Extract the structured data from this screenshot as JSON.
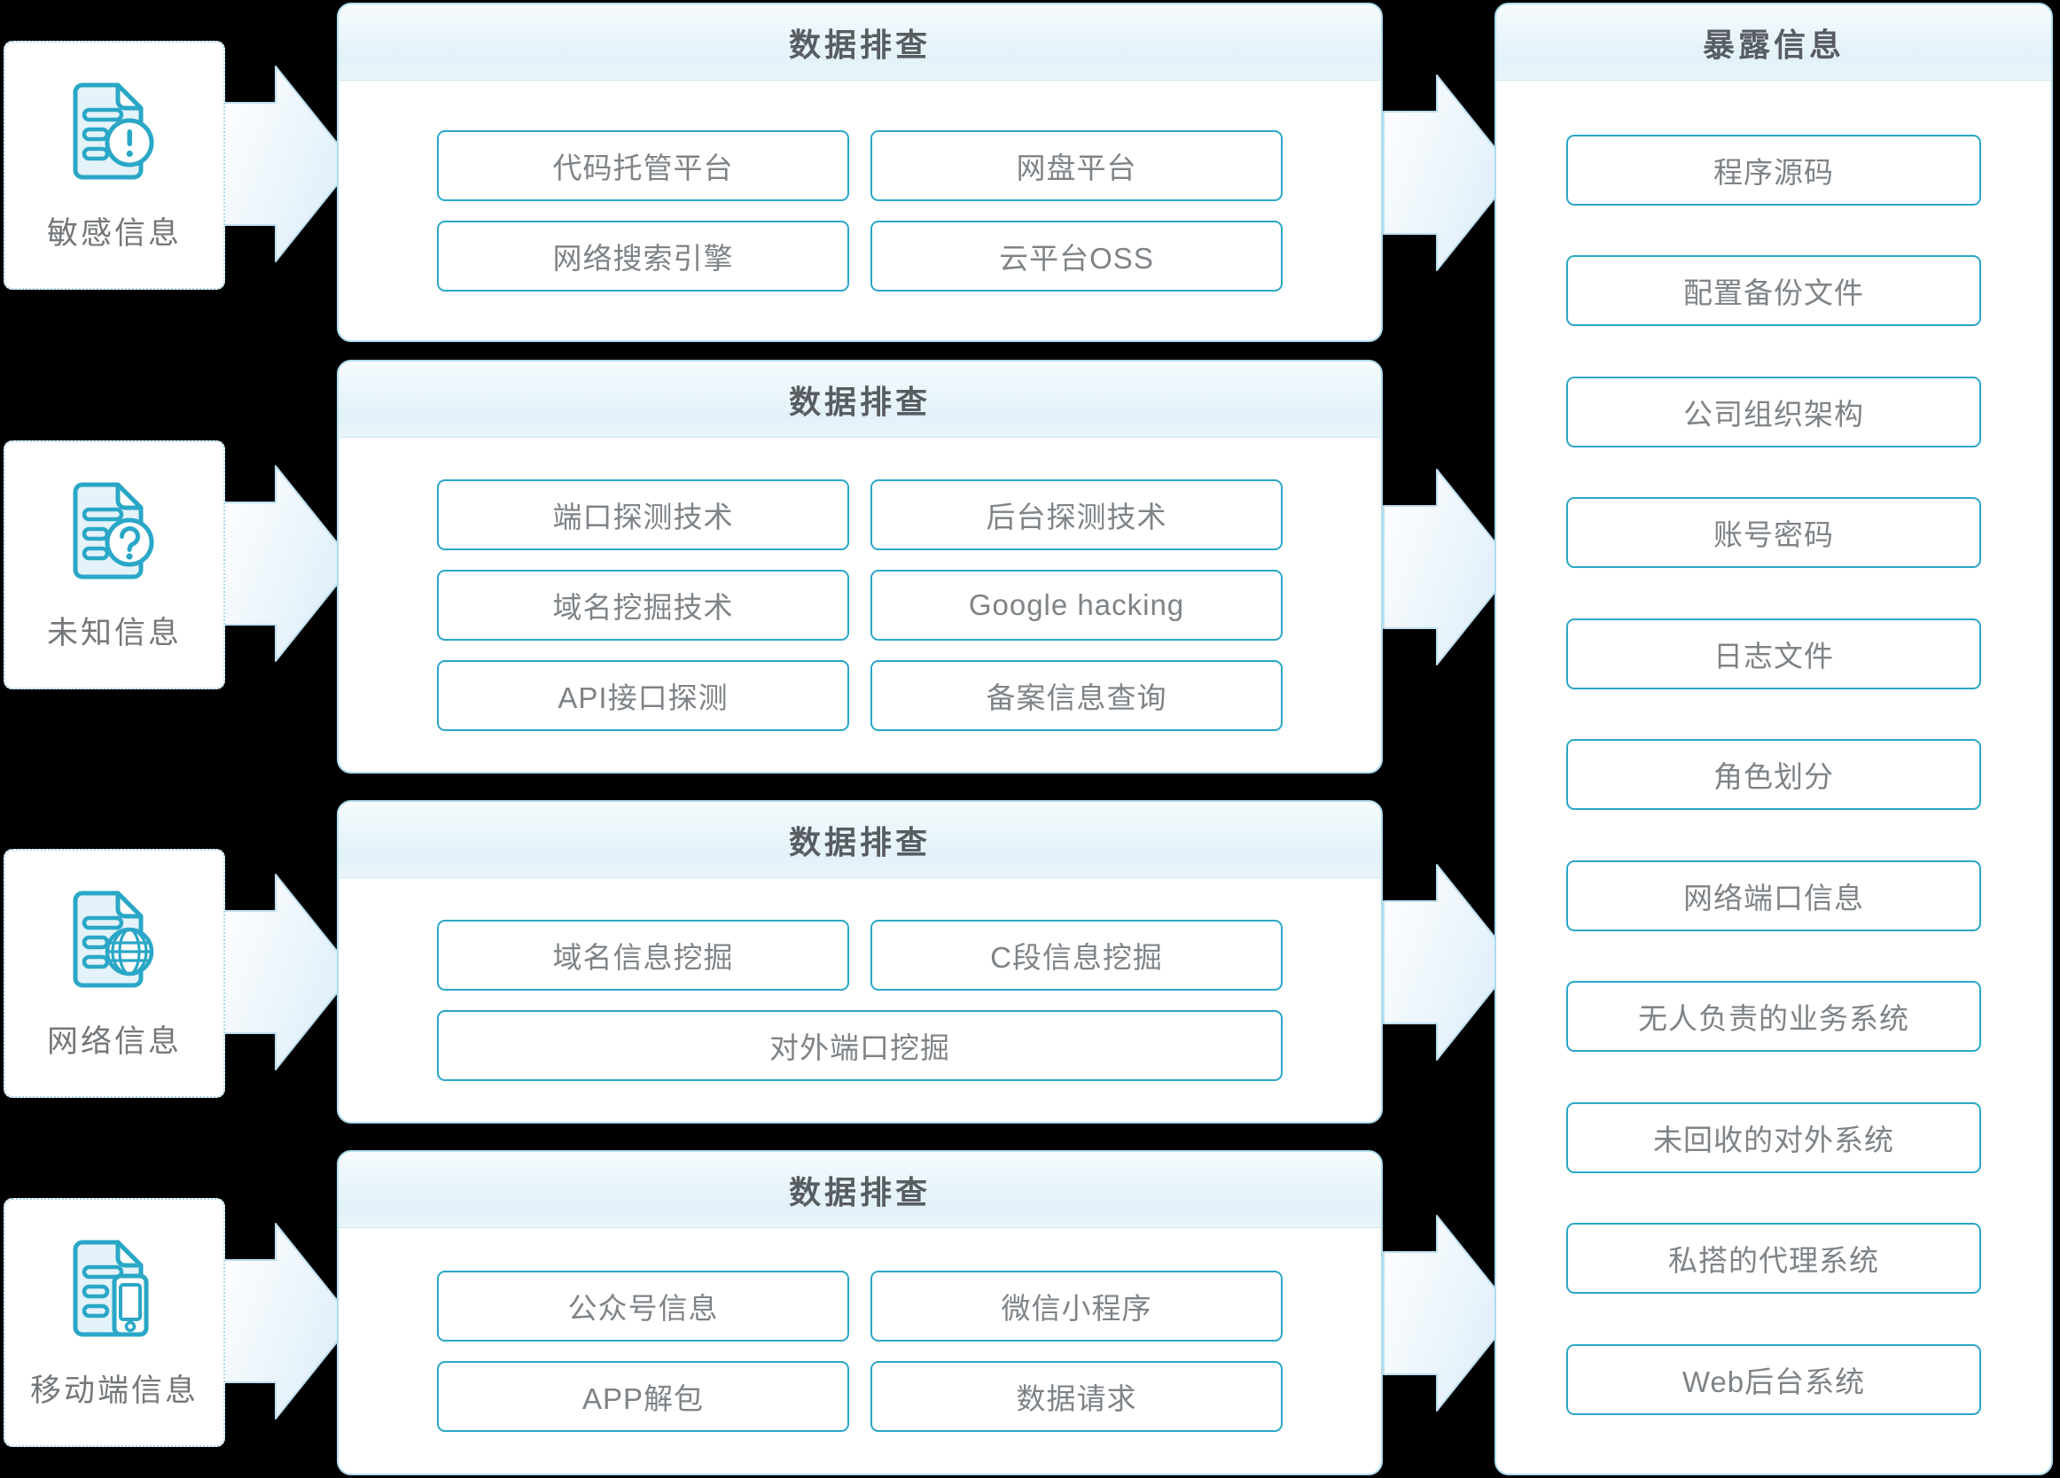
{
  "left_sources": [
    {
      "label": "敏感信息",
      "icon": "document-alert-icon"
    },
    {
      "label": "未知信息",
      "icon": "document-question-icon"
    },
    {
      "label": "网络信息",
      "icon": "document-globe-icon"
    },
    {
      "label": "移动端信息",
      "icon": "document-mobile-icon"
    }
  ],
  "middle_panels": [
    {
      "title": "数据排查",
      "buttons": [
        {
          "label": "代码托管平台"
        },
        {
          "label": "网盘平台"
        },
        {
          "label": "网络搜索引擎"
        },
        {
          "label": "云平台OSS"
        }
      ]
    },
    {
      "title": "数据排查",
      "buttons": [
        {
          "label": "端口探测技术"
        },
        {
          "label": "后台探测技术"
        },
        {
          "label": "域名挖掘技术"
        },
        {
          "label": "Google hacking"
        },
        {
          "label": "API接口探测"
        },
        {
          "label": "备案信息查询"
        }
      ]
    },
    {
      "title": "数据排查",
      "buttons": [
        {
          "label": "域名信息挖掘"
        },
        {
          "label": "C段信息挖掘"
        },
        {
          "label": "对外端口挖掘",
          "full_width": true
        }
      ]
    },
    {
      "title": "数据排查",
      "buttons": [
        {
          "label": "公众号信息"
        },
        {
          "label": "微信小程序"
        },
        {
          "label": "APP解包"
        },
        {
          "label": "数据请求"
        }
      ]
    }
  ],
  "right_panel": {
    "title": "暴露信息",
    "items": [
      "程序源码",
      "配置备份文件",
      "公司组织架构",
      "账号密码",
      "日志文件",
      "角色划分",
      "网络端口信息",
      "无人负责的业务系统",
      "未回收的对外系统",
      "私搭的代理系统",
      "Web后台系统"
    ]
  },
  "colors": {
    "accent_teal": "#2AA7C7",
    "panel_border": "#AEDCEE",
    "header_tint": "#E2F1F9",
    "arrow_fill": "#E3F1FA",
    "arrow_border": "#BCDEEF",
    "doc_icon_fill": "#E4F2F9",
    "dashed_border": "#A9D6E9",
    "step_text": "#7E8387",
    "title_text": "#585D62"
  }
}
